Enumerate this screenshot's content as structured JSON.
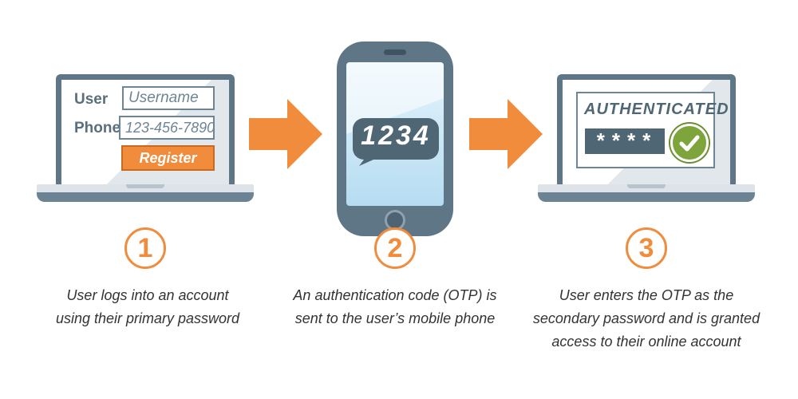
{
  "colors": {
    "device": "#5f7686",
    "accent": "#f08c3c",
    "success": "#7ea43c",
    "dark_panel": "#4f6675"
  },
  "step1": {
    "number": "1",
    "form": {
      "user_label": "User",
      "username_placeholder": "Username",
      "phone_label": "Phone",
      "phone_value": "123-456-7890",
      "register_label": "Register"
    },
    "caption_lines": [
      "User logs into an account",
      "using their primary password"
    ]
  },
  "step2": {
    "number": "2",
    "code": "1234",
    "caption_lines": [
      "An authentication code (OTP) is",
      "sent to the user’s mobile phone"
    ]
  },
  "step3": {
    "number": "3",
    "status": "AUTHENTICATED",
    "masked_otp": "****",
    "check_icon": "check-circle-icon",
    "caption_lines": [
      "User enters the OTP as the",
      "secondary password and is granted",
      "access to their online account"
    ]
  }
}
